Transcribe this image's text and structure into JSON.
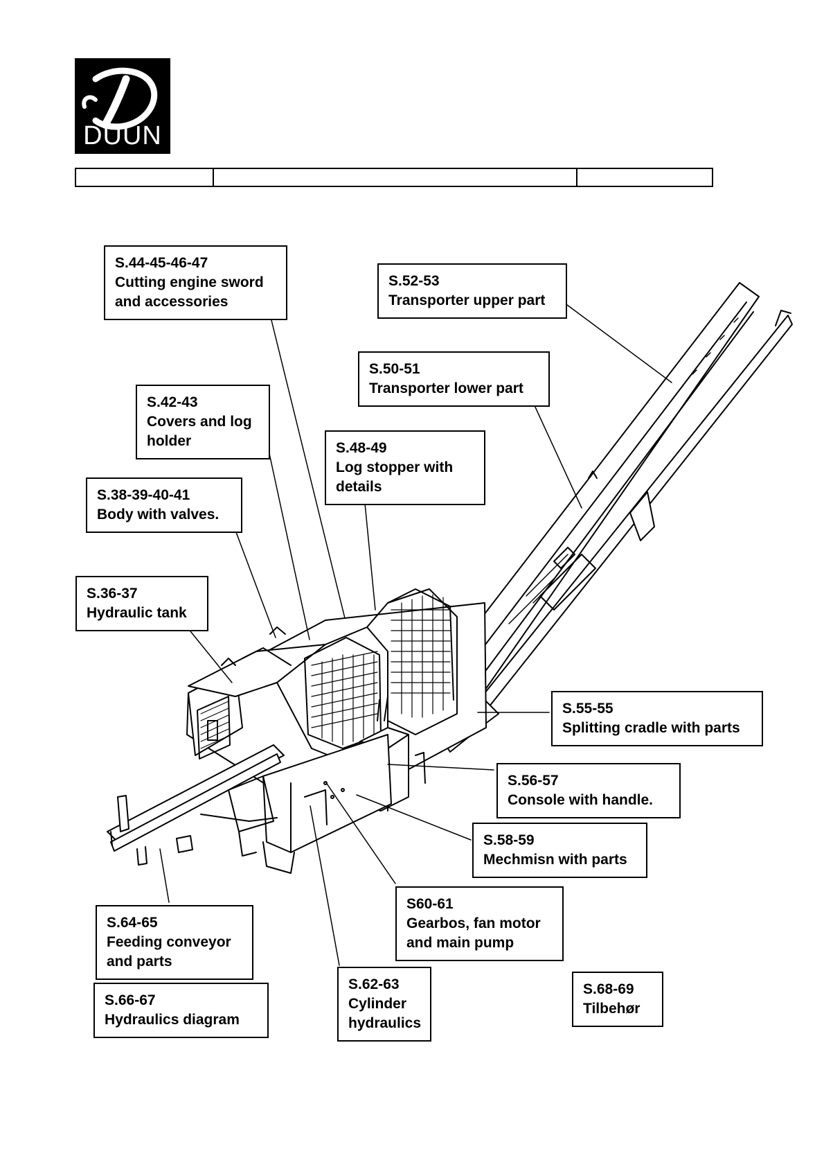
{
  "logo": {
    "brand": "DUUN",
    "icon": "duun-d-logo-icon"
  },
  "labels": [
    {
      "id": "cutting-engine",
      "lines": [
        "S.44-45-46-47",
        "Cutting engine sword",
        "and accessories"
      ]
    },
    {
      "id": "transporter-upper",
      "lines": [
        "S.52-53",
        "Transporter upper part"
      ]
    },
    {
      "id": "transporter-lower",
      "lines": [
        "S.50-51",
        "Transporter lower part"
      ]
    },
    {
      "id": "covers",
      "lines": [
        "S.42-43",
        "Covers and log",
        "holder"
      ]
    },
    {
      "id": "log-stopper",
      "lines": [
        "S.48-49",
        "Log stopper with",
        "details"
      ]
    },
    {
      "id": "body-valves",
      "lines": [
        "S.38-39-40-41",
        "Body with valves."
      ]
    },
    {
      "id": "hydraulic-tank",
      "lines": [
        "S.36-37",
        "Hydraulic tank"
      ]
    },
    {
      "id": "splitting-cradle",
      "lines": [
        "S.55-55",
        "Splitting cradle with parts"
      ]
    },
    {
      "id": "console",
      "lines": [
        "S.56-57",
        "Console with handle."
      ]
    },
    {
      "id": "mechanism",
      "lines": [
        "S.58-59",
        "Mechmisn with parts"
      ]
    },
    {
      "id": "gearbox",
      "lines": [
        "S60-61",
        "Gearbos, fan motor",
        "and main pump"
      ]
    },
    {
      "id": "feeding-conveyor",
      "lines": [
        "S.64-65",
        "Feeding conveyor",
        "and parts"
      ]
    },
    {
      "id": "hydraulics-diagram",
      "lines": [
        "S.66-67",
        "Hydraulics diagram"
      ]
    },
    {
      "id": "cylinder",
      "lines": [
        "S.62-63",
        "Cylinder",
        "hydraulics"
      ]
    },
    {
      "id": "accessories",
      "lines": [
        "S.68-69",
        "Tilbehør"
      ]
    }
  ]
}
